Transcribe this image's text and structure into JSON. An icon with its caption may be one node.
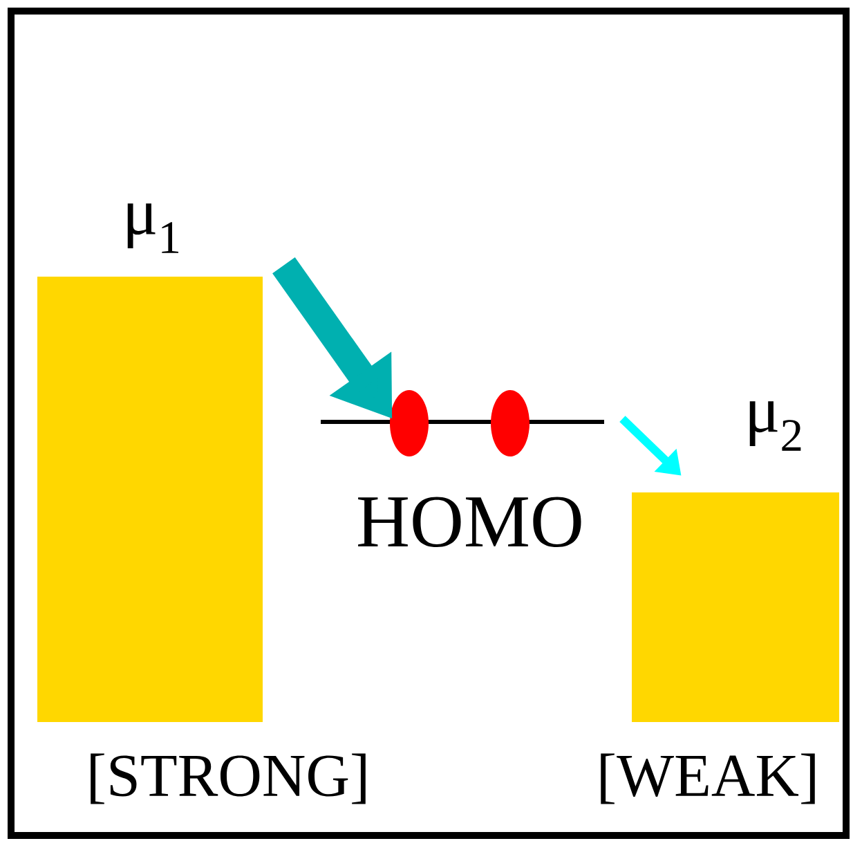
{
  "diagram": {
    "nodes": [
      {
        "text": [
          "μ$_{1}$"
        ],
        "beside": [
          "[STRONG]"
        ]
      },
      {
        "text": [
          "HOMO"
        ]
      },
      {
        "text": [
          "μ$_{2}$"
        ],
        "beside": [
          "[WEAK]"
        ]
      }
    ],
    "edges": [
      {
        "from": 0,
        "to": 1,
        "arrow": "to",
        "style": "thick",
        "color": "#00b0b0"
      },
      {
        "from": 1,
        "to": 2,
        "arrow": "to",
        "color": "#00ffff"
      }
    ]
  }
}
